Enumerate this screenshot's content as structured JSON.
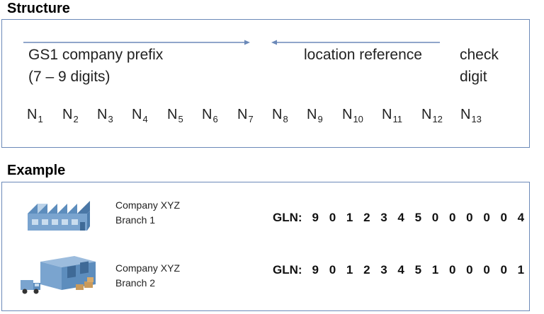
{
  "structure": {
    "title": "Structure",
    "prefix_line1": "GS1 company prefix",
    "prefix_line2": "(7 – 9 digits)",
    "location_reference": "location reference",
    "check_line1": "check",
    "check_line2": "digit",
    "digits": [
      {
        "base": "N",
        "sub": "1"
      },
      {
        "base": "N",
        "sub": "2"
      },
      {
        "base": "N",
        "sub": "3"
      },
      {
        "base": "N",
        "sub": "4"
      },
      {
        "base": "N",
        "sub": "5"
      },
      {
        "base": "N",
        "sub": "6"
      },
      {
        "base": "N",
        "sub": "7"
      },
      {
        "base": "N",
        "sub": "8"
      },
      {
        "base": "N",
        "sub": "9"
      },
      {
        "base": "N",
        "sub": "10"
      },
      {
        "base": "N",
        "sub": "11"
      },
      {
        "base": "N",
        "sub": "12"
      },
      {
        "base": "N",
        "sub": "13"
      }
    ]
  },
  "example": {
    "title": "Example",
    "rows": [
      {
        "company": "Company XYZ",
        "branch": "Branch 1",
        "gln_label": "GLN:",
        "gln_value": "9 0 1 2 3 4 5 0 0 0 0 0 4",
        "icon": "factory-icon"
      },
      {
        "company": "Company XYZ",
        "branch": "Branch 2",
        "gln_label": "GLN:",
        "gln_value": "9 0 1 2 3 4 5 1 0 0 0 0 1",
        "icon": "warehouse-truck-icon"
      }
    ]
  },
  "colors": {
    "border": "#6b89b8",
    "arrow": "#6b89b8",
    "building": "#6f9bc7",
    "building_dark": "#4a77a6"
  }
}
